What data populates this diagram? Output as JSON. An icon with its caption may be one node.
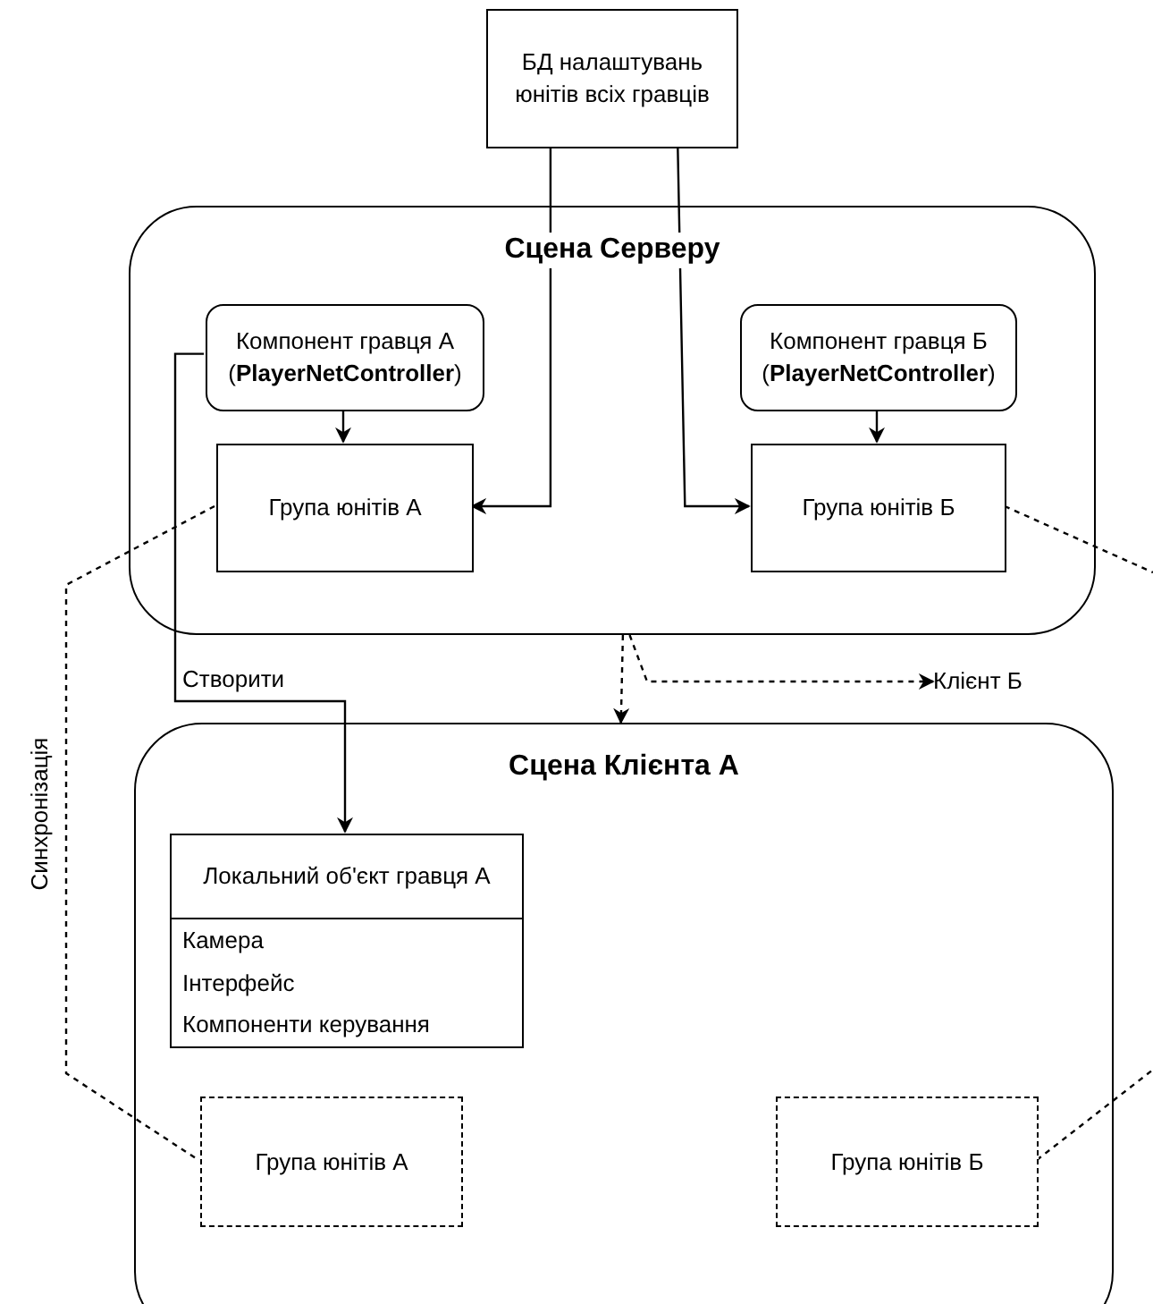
{
  "diagram": {
    "nodes": [
      {
        "text": [
          "БД налаштувань юнітів всіх гравців"
        ]
      },
      {
        "text": [
          "Сцена Серверу"
        ]
      },
      {
        "text": [
          "Компонент гравця А (**PlayerNetController**)"
        ],
        "in": 1
      },
      {
        "text": [
          "Група юнітів А"
        ],
        "in": 1
      },
      {
        "text": [
          "Компонент гравця Б (**PlayerNetController**)"
        ],
        "in": 1
      },
      {
        "text": [
          "Група юнітів Б"
        ],
        "in": 1
      },
      {
        "text": [
          "Сцена Клієнта А"
        ]
      },
      {
        "text": [
          "Локальний об'єкт гравця А",
          "Камера",
          "Інтерфейс",
          "Компоненти керування"
        ],
        "in": 6
      },
      {
        "text": [
          "Група юнітів А"
        ],
        "in": 6
      },
      {
        "text": [
          "Група юнітів Б"
        ],
        "in": 6
      },
      {
        "text": [
          "Клієнт Б"
        ]
      }
    ],
    "edges": [
      {
        "from": 0,
        "to": 3,
        "arrow": "to"
      },
      {
        "from": 0,
        "to": 5,
        "arrow": "to"
      },
      {
        "from": 2,
        "to": 3,
        "arrow": "to"
      },
      {
        "from": 4,
        "to": 5,
        "arrow": "to"
      },
      {
        "from": 2,
        "to": 7,
        "arrow": "to",
        "label": "Створити"
      },
      {
        "from": 1,
        "to": 6,
        "arrow": "to",
        "style": "dashed"
      },
      {
        "from": 1,
        "to": 10,
        "arrow": "to",
        "style": "dashed"
      },
      {
        "from": 3,
        "to": 8,
        "arrow": "none",
        "style": "dashed",
        "label": "Синхронізація"
      },
      {
        "from": 5,
        "to": null,
        "arrow": "none",
        "style": "dashed"
      },
      {
        "from": 9,
        "to": null,
        "arrow": "none",
        "style": "dashed"
      }
    ]
  }
}
